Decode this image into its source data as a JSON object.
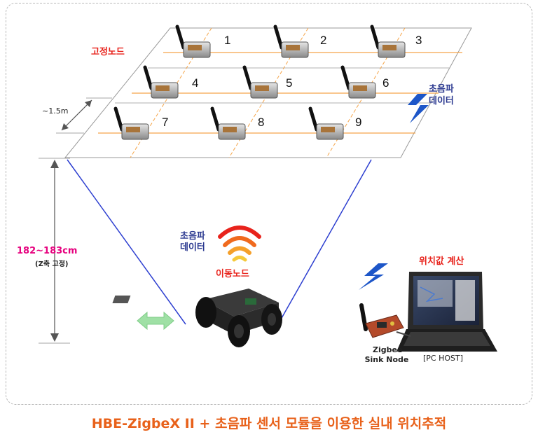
{
  "labels": {
    "fixed_node": "고정노드",
    "ultrasonic_data_top": [
      "초음파",
      "데이터"
    ],
    "spacing": "~1.5m",
    "height": "182~183cm",
    "z_fixed": "(Z축 고정)",
    "ultrasonic_data_robot": [
      "초음파",
      "데이터"
    ],
    "mobile_node": "이동노드",
    "position_calc": "위치값  계산",
    "sink_node": [
      "Zigbee",
      "Sink Node"
    ],
    "pc_host": "[PC HOST]"
  },
  "node_numbers": [
    "1",
    "2",
    "3",
    "4",
    "5",
    "6",
    "7",
    "8",
    "9"
  ],
  "caption": "HBE-ZigbeX II + 초음파 센서 모듈을 이용한 실내 위치추적",
  "colors": {
    "grid_orange": "#f5a54a",
    "label_red": "#e8231c",
    "label_navy": "#2b3990",
    "label_pink": "#e6007e",
    "cone_blue": "#2d3fd0",
    "caption_orange": "#e8611a",
    "lightning_blue": "#1d56c8",
    "arrow_green": "#9fe0a5"
  },
  "icons": [
    "lightning-bolt-icon",
    "wifi-signal-icon",
    "double-arrow-icon",
    "robot-car-icon",
    "laptop-icon",
    "zigbee-board-icon"
  ]
}
